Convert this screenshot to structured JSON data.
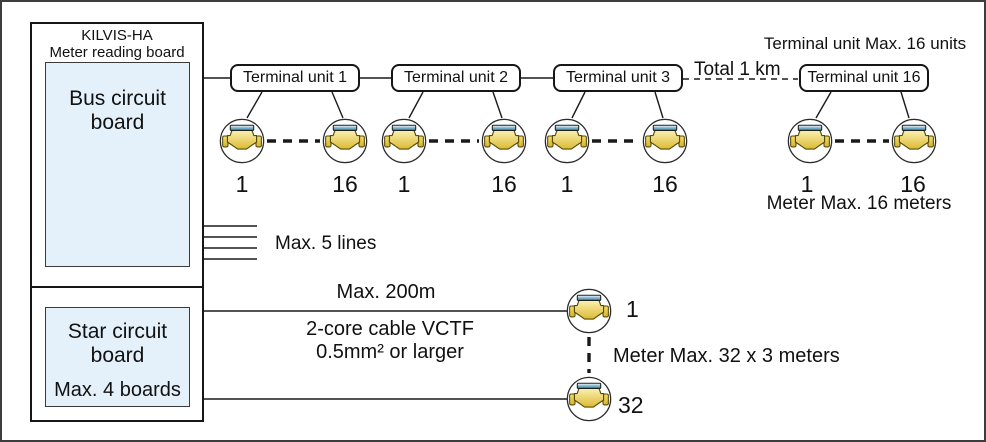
{
  "master_board": {
    "name": "KILVIS-HA",
    "subtitle": "Meter reading board",
    "bus_board": {
      "label_line1": "Bus circuit",
      "label_line2": "board"
    },
    "star_board": {
      "label_line1": "Star circuit",
      "label_line2": "board",
      "capacity": "Max. 4 boards"
    }
  },
  "bus_network": {
    "lines_note": "Max. 5 lines",
    "trunk_note": "Total 1 km",
    "units_note": "Terminal unit Max. 16 units",
    "meters_note": "Meter Max. 16 meters",
    "terminal_units": [
      {
        "label": "Terminal unit 1",
        "meters": [
          "1",
          "16"
        ]
      },
      {
        "label": "Terminal unit 2",
        "meters": [
          "1",
          "16"
        ]
      },
      {
        "label": "Terminal unit 3",
        "meters": [
          "1",
          "16"
        ]
      },
      {
        "label": "Terminal unit 16",
        "meters": [
          "1",
          "16"
        ]
      }
    ]
  },
  "star_network": {
    "distance_note": "Max. 200m",
    "cable_note_line1": "2-core cable VCTF",
    "cable_note_line2": "0.5mm² or larger",
    "meters_note": "Meter Max. 32 x 3 meters",
    "first_meter_label": "1",
    "last_meter_label": "32"
  },
  "icons": {
    "meter": "water-meter-icon"
  },
  "colors": {
    "board_fill": "#e4f1fa",
    "meter_body_light": "#faf1b3",
    "meter_body_dark": "#dcba31",
    "meter_cap": "#2f7e9e",
    "line": "#1a1a1a"
  }
}
